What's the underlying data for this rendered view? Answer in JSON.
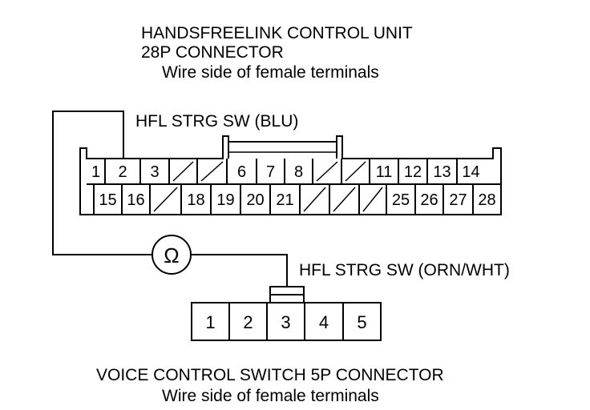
{
  "top_connector": {
    "title_line1": "HANDSFREELINK CONTROL UNIT",
    "title_line2": "28P CONNECTOR",
    "title_line3": "Wire side of female terminals",
    "wire_label": "HFL STRG SW (BLU)",
    "row1": [
      "1",
      "2",
      "3",
      "",
      "",
      "6",
      "7",
      "8",
      "",
      "",
      "11",
      "12",
      "13",
      "14"
    ],
    "row2": [
      "15",
      "16",
      "",
      "18",
      "19",
      "20",
      "21",
      "",
      "",
      "",
      "25",
      "26",
      "27",
      "28"
    ]
  },
  "meter": {
    "symbol": "Ω",
    "icon": "ohmmeter-icon"
  },
  "bottom_connector": {
    "wire_label": "HFL STRG SW (ORN/WHT)",
    "pins": [
      "1",
      "2",
      "3",
      "4",
      "5"
    ],
    "title_line1": "VOICE CONTROL SWITCH 5P CONNECTOR",
    "title_line2": "Wire side of female terminals"
  }
}
